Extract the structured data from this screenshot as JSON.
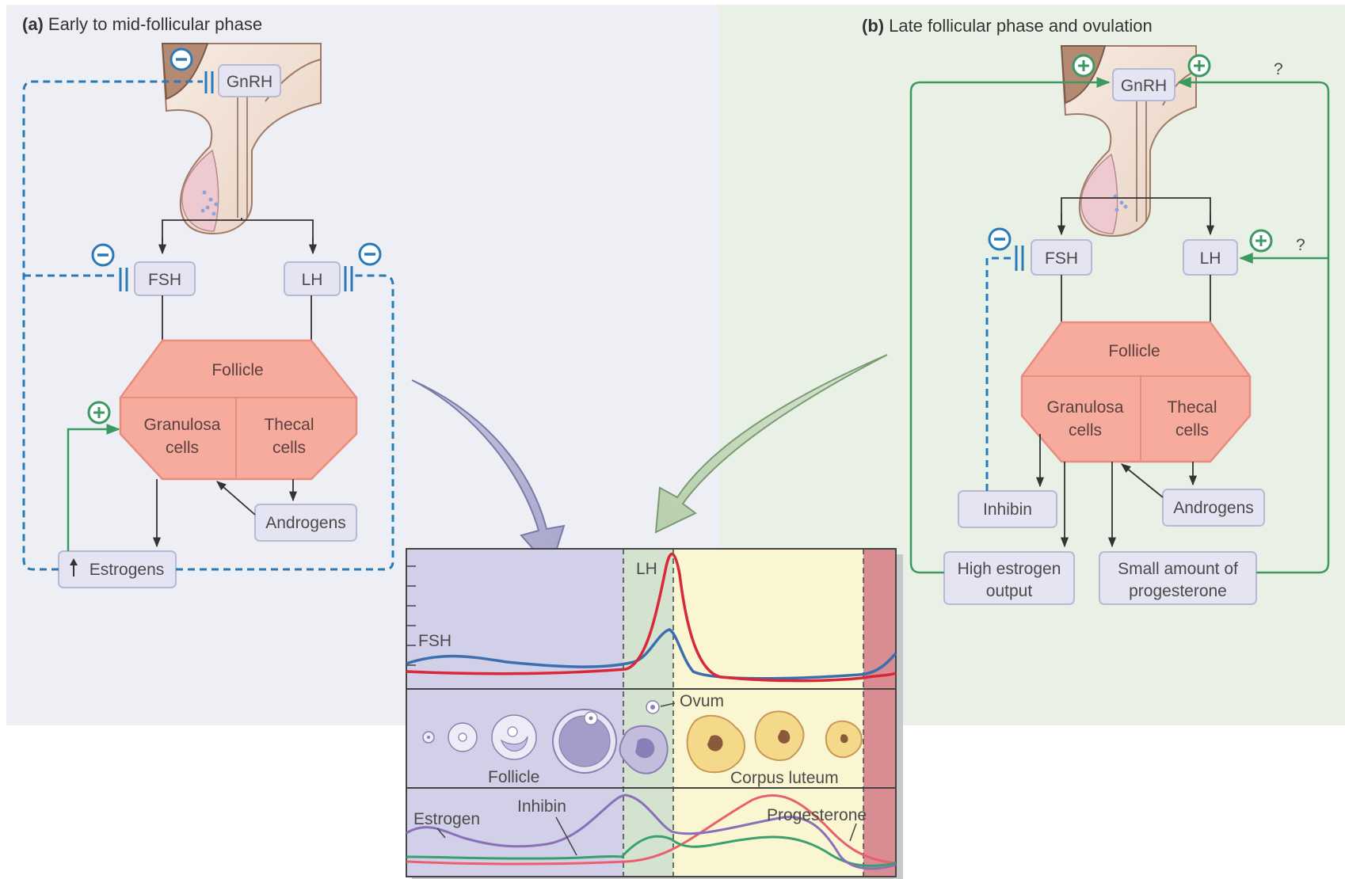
{
  "panel_a": {
    "title_letter": "(a)",
    "title_text": "Early to mid-follicular phase",
    "gnrh": "GnRH",
    "fsh": "FSH",
    "lh": "LH",
    "follicle": "Follicle",
    "granulosa_1": "Granulosa",
    "granulosa_2": "cells",
    "thecal_1": "Thecal",
    "thecal_2": "cells",
    "androgens": "Androgens",
    "estrogens": "Estrogens"
  },
  "panel_b": {
    "title_letter": "(b)",
    "title_text": "Late follicular phase and ovulation",
    "gnrh": "GnRH",
    "fsh": "FSH",
    "lh": "LH",
    "follicle": "Follicle",
    "granulosa_1": "Granulosa",
    "granulosa_2": "cells",
    "thecal_1": "Thecal",
    "thecal_2": "cells",
    "inhibin": "Inhibin",
    "androgens": "Androgens",
    "high_estrogen_1": "High estrogen",
    "high_estrogen_2": "output",
    "progesterone_1": "Small amount of",
    "progesterone_2": "progesterone",
    "question_1": "?",
    "question_2": "?"
  },
  "graph": {
    "lh_label": "LH",
    "fsh_label": "FSH",
    "ovum_label": "Ovum",
    "follicle_label": "Follicle",
    "corpus_label": "Corpus luteum",
    "estrogen_label": "Estrogen",
    "inhibin_label": "Inhibin",
    "progesterone_label": "Progesterone"
  },
  "colors": {
    "panel_a_bg": "#eeeef5",
    "panel_b_bg": "#e9f1e6",
    "box_fill": "#e4e4f3",
    "box_stroke": "#b9b9d6",
    "follicle_fill": "#f7ab9d",
    "follicle_stroke": "#e98c80",
    "inhibit_blue": "#2a7ab8",
    "stimulate_green": "#3a9a60",
    "lh_red": "#d8283a",
    "fsh_blue": "#3c6fb0",
    "estrogen_purple": "#8a70b8",
    "inhibin_green": "#3aa070",
    "progesterone_pink": "#e86070"
  }
}
